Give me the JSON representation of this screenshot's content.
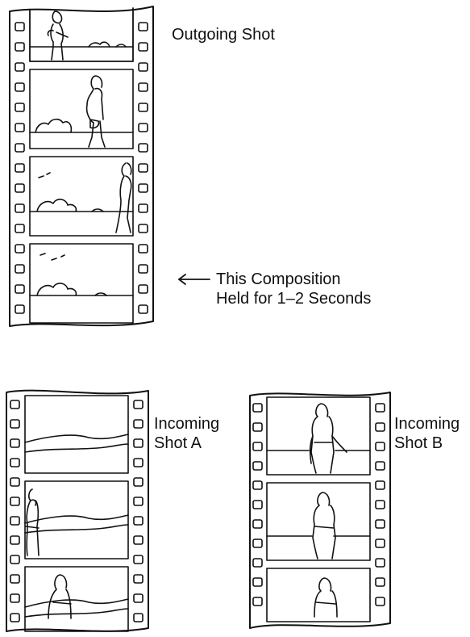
{
  "labels": {
    "outgoing_shot": "Outgoing Shot",
    "composition_line1": "This Composition",
    "composition_line2": "Held for 1–2 Seconds",
    "incoming_a_line1": "Incoming",
    "incoming_a_line2": "Shot A",
    "incoming_b_line1": "Incoming",
    "incoming_b_line2": "Shot B"
  },
  "colors": {
    "ink": "#111111",
    "background": "#ffffff"
  },
  "icons": {
    "pointer": "left-arrow-icon"
  }
}
